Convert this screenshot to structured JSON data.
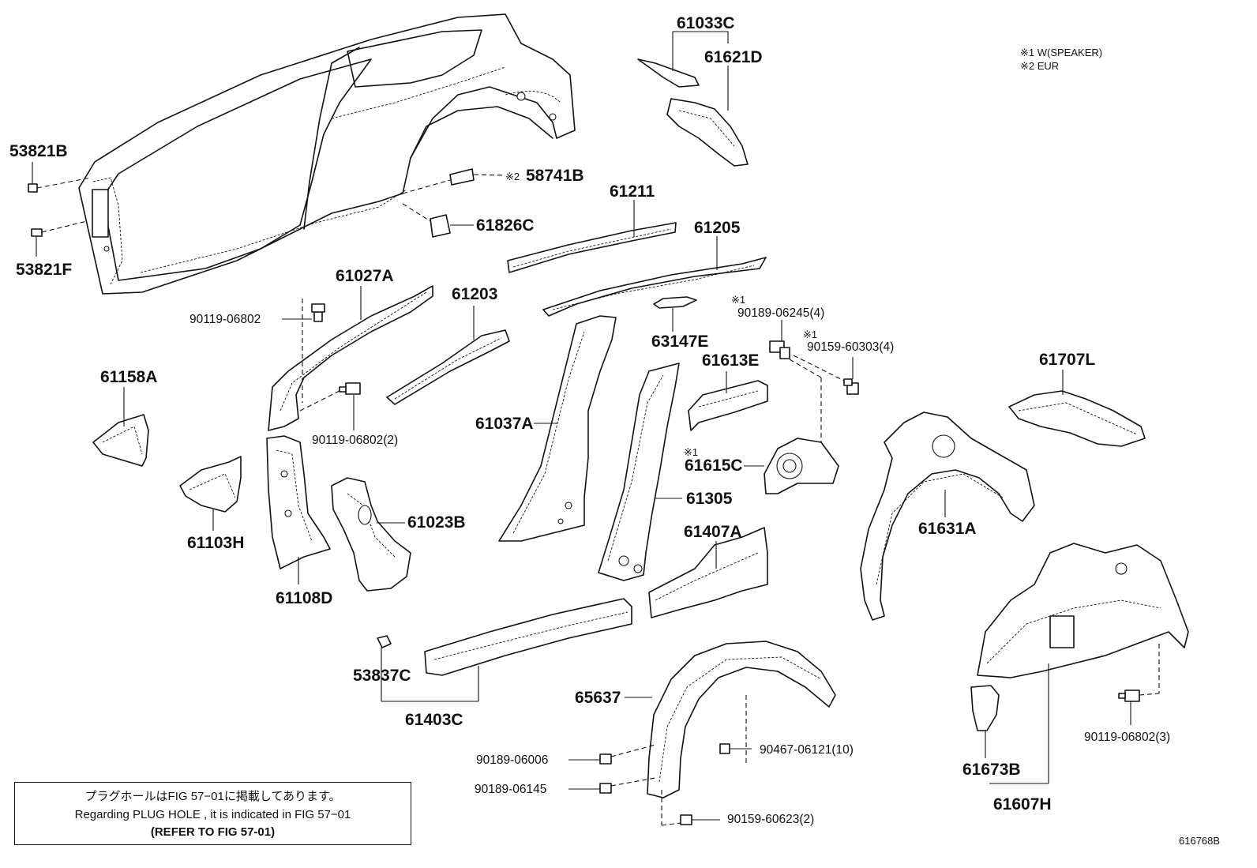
{
  "parts": {
    "p53821B": "53821B",
    "p53821F": "53821F",
    "p58741B": "58741B",
    "p61826C": "61826C",
    "p61033C": "61033C",
    "p61621D": "61621D",
    "p61211": "61211",
    "p61205": "61205",
    "p61027A": "61027A",
    "p61203": "61203",
    "p63147E": "63147E",
    "p61158A": "61158A",
    "p61103H": "61103H",
    "p61108D": "61108D",
    "p61023B": "61023B",
    "p61037A": "61037A",
    "p61613E": "61613E",
    "p61615C": "61615C",
    "p61305": "61305",
    "p61407A": "61407A",
    "p61707L": "61707L",
    "p61631A": "61631A",
    "p53837C": "53837C",
    "p61403C": "61403C",
    "p65637": "65637",
    "p61673B": "61673B",
    "p61607H": "61607H"
  },
  "fasteners": {
    "f90119_06802_top": "90119-06802",
    "f90119_06802_2": "90119-06802(2)",
    "f90189_06245_4": "90189-06245(4)",
    "f90159_60303_4": "90159-60303(4)",
    "f90189_06006": "90189-06006",
    "f90189_06145": "90189-06145",
    "f90467_06121_10": "90467-06121(10)",
    "f90159_60623_2": "90159-60623(2)",
    "f90119_06802_3": "90119-06802(3)"
  },
  "marks": {
    "note1_mark": "※1",
    "note2_mark": "※2"
  },
  "legend": {
    "line1": "※1 W(SPEAKER)",
    "line2": "※2 EUR"
  },
  "note_box": {
    "japanese": "プラグホールはFIG 57−01に掲載してあります。",
    "english": "Regarding PLUG HOLE , it is indicated in FIG 57−01",
    "refer": "(REFER TO FIG 57-01)"
  },
  "figure_id": "616768B"
}
